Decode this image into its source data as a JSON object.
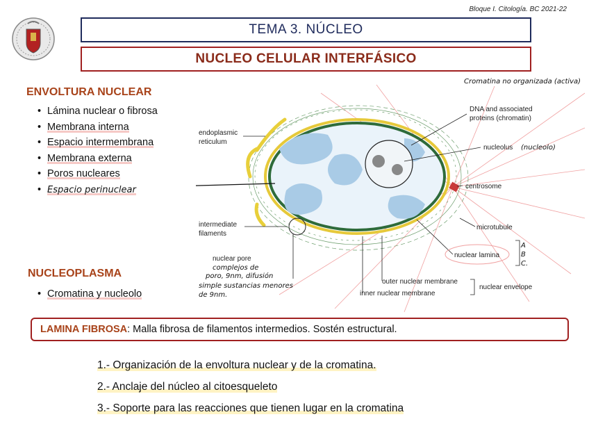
{
  "header": {
    "course_note": "Bloque I. Citología. BC 2021-22"
  },
  "title": "TEMA 3. NÚCLEO",
  "subtitle": "NUCLEO CELULAR INTERFÁSICO",
  "envoltura": {
    "heading": "ENVOLTURA NUCLEAR",
    "items": [
      "Lámina nuclear o fibrosa",
      "Membrana interna",
      "Espacio intermembrana",
      "Membrana externa",
      "Poros nucleares",
      "Espacio perinuclear"
    ]
  },
  "nucleoplasma": {
    "heading": "NUCLEOPLASMA",
    "items": [
      "Cromatina y nucleolo"
    ]
  },
  "diagram": {
    "note_top": "Cromatina no organizada (activa)",
    "labels": {
      "er": "endoplasmic",
      "er2": "reticulum",
      "dna": "DNA and associated",
      "dna2": "proteins (chromatin)",
      "nucleolus": "nucleolus",
      "nucleolus_hand": "(nucleolo)",
      "centrosome": "centrosome",
      "if": "intermediate",
      "if2": "filaments",
      "microtubule": "microtubule",
      "pore": "nuclear pore",
      "pore_hand1": "complejos de",
      "pore_hand2": "poro, 9nm, difusión",
      "pore_hand3": "simple sustancias menores",
      "pore_hand4": "de 9nm.",
      "lamina": "nuclear lamina",
      "abc_a": "A",
      "abc_b": "B",
      "abc_c": "C.",
      "outer": "outer nuclear membrane",
      "inner": "inner nuclear membrane",
      "envelope": "nuclear envelope"
    }
  },
  "lamina_box": {
    "keyword": "LAMINA FIBROSA",
    "text": ": Malla fibrosa de filamentos intermedios. Sostén estructural."
  },
  "functions": [
    "1.- Organización de la envoltura nuclear y de la cromatina.",
    "2.- Anclaje del núcleo al citoesqueleto",
    "3.- Soporte para las reacciones que tienen lugar en la cromatina"
  ]
}
